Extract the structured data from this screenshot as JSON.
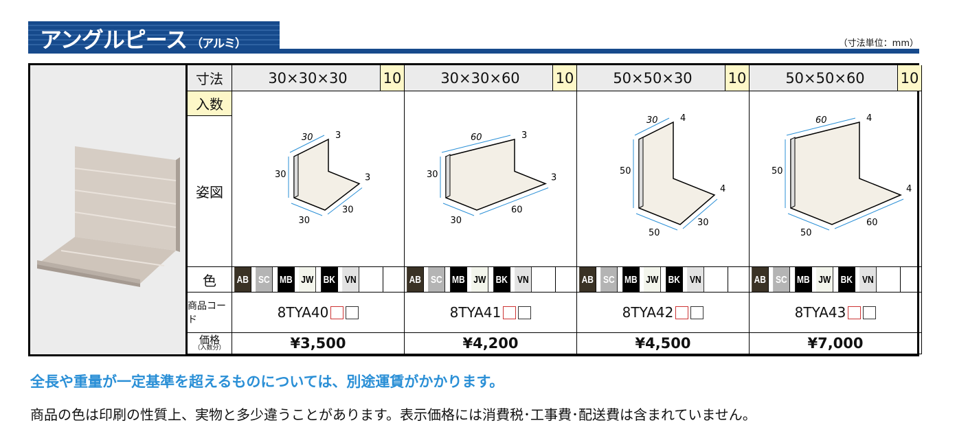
{
  "header": {
    "title": "アングルピース",
    "subtitle": "（アルミ）",
    "unit_note": "（寸法単位：mm）"
  },
  "labels": {
    "dimension": "寸法",
    "quantity": "入数",
    "diagram": "姿図",
    "color": "色",
    "code": "商品コード",
    "price": "価格",
    "price_sub": "（入数分）"
  },
  "colors": [
    {
      "code": "AB",
      "bg": "#3a3225",
      "fg": "#ffffff"
    },
    {
      "code": "SC",
      "bg": "#b4b4b4",
      "fg": "#ffffff"
    },
    {
      "code": "MB",
      "bg": "#000000",
      "fg": "#ffffff"
    },
    {
      "code": "JW",
      "bg": "#f3f5ec",
      "fg": "#000000"
    },
    {
      "code": "BK",
      "bg": "#000000",
      "fg": "#ffffff"
    },
    {
      "code": "VN",
      "bg": "#e2e2e2",
      "fg": "#000000"
    }
  ],
  "products": [
    {
      "size": "30×30×30",
      "qty": "10",
      "code": "8TYA40",
      "price": "¥3,500",
      "dims": {
        "width": "30",
        "thickness_top": "3",
        "height": "30",
        "depth_left": "30",
        "depth_right": "30",
        "thickness_bottom": "3"
      }
    },
    {
      "size": "30×30×60",
      "qty": "10",
      "code": "8TYA41",
      "price": "¥4,200",
      "dims": {
        "width": "60",
        "thickness_top": "3",
        "height": "30",
        "depth_left": "30",
        "depth_right": "60",
        "thickness_bottom": "3"
      }
    },
    {
      "size": "50×50×30",
      "qty": "10",
      "code": "8TYA42",
      "price": "¥4,500",
      "dims": {
        "width": "30",
        "thickness_top": "4",
        "height": "50",
        "depth_left": "50",
        "depth_right": "30",
        "thickness_bottom": "4"
      }
    },
    {
      "size": "50×50×60",
      "qty": "10",
      "code": "8TYA43",
      "price": "¥7,000",
      "dims": {
        "width": "60",
        "thickness_top": "4",
        "height": "50",
        "depth_left": "50",
        "depth_right": "60",
        "thickness_bottom": "4"
      }
    }
  ],
  "notes": [
    "全長や重量が一定基準を超えるものについては、別途運賃がかかります。",
    "商品の色は印刷の性質上、実物と多少違うことがあります。表示価格には消費税･工事費･配送費は含まれていません。"
  ]
}
